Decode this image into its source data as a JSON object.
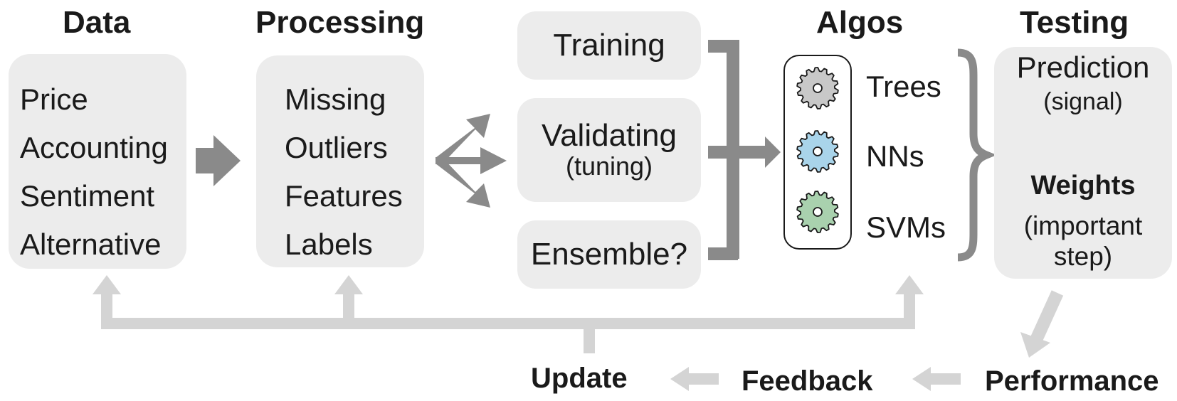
{
  "data": {
    "title": "Data",
    "items": [
      "Price",
      "Accounting",
      "Sentiment",
      "Alternative"
    ]
  },
  "processing": {
    "title": "Processing",
    "items": [
      "Missing",
      "Outliers",
      "Features",
      "Labels"
    ]
  },
  "stages": {
    "training": "Training",
    "validating": "Validating",
    "validating_sub": "(tuning)",
    "ensemble": "Ensemble?"
  },
  "algos": {
    "title": "Algos",
    "items": [
      {
        "label": "Trees",
        "gear_color": "#c8c8c8"
      },
      {
        "label": "NNs",
        "gear_color": "#a9d4ea"
      },
      {
        "label": "SVMs",
        "gear_color": "#a9d1ae"
      }
    ]
  },
  "testing": {
    "title": "Testing",
    "prediction": "Prediction",
    "prediction_sub": "(signal)",
    "weights": "Weights",
    "weights_sub_1": "(important",
    "weights_sub_2": "step)"
  },
  "loop": {
    "update": "Update",
    "feedback": "Feedback",
    "performance": "Performance"
  },
  "colors": {
    "panel": "#ececec",
    "arrow_dark": "#8a8a8a",
    "arrow_light": "#d4d4d4"
  }
}
